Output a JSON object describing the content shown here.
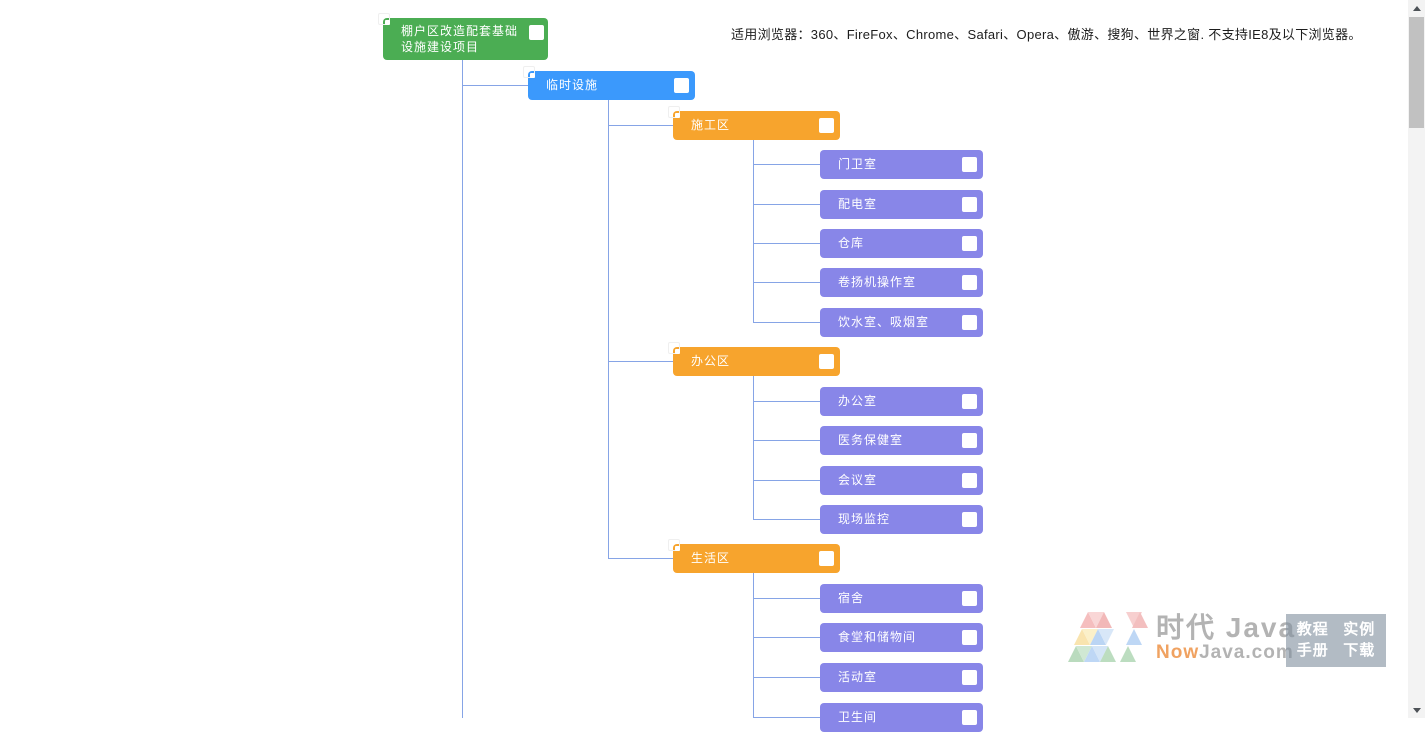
{
  "header": {
    "browser_note": "适用浏览器：360、FireFox、Chrome、Safari、Opera、傲游、搜狗、世界之窗. 不支持IE8及以下浏览器。"
  },
  "colors": {
    "root": "#4bad53",
    "level1": "#3b99fc",
    "group": "#f7a42d",
    "leaf": "#8886e8",
    "line": "#86a4e6",
    "checkbox": "#ffffff"
  },
  "tree": {
    "nodes": [
      {
        "id": "root",
        "label": "棚户区改造配套基础设施建设项目",
        "kind": "root",
        "expander": true,
        "checkbox": true
      },
      {
        "id": "linshi",
        "label": "临时设施",
        "kind": "level1",
        "expander": true,
        "checkbox": true
      },
      {
        "id": "shigong",
        "label": "施工区",
        "kind": "group",
        "expander": true,
        "checkbox": true
      },
      {
        "id": "menwei",
        "label": "门卫室",
        "kind": "leaf",
        "expander": false,
        "checkbox": true
      },
      {
        "id": "peidian",
        "label": "配电室",
        "kind": "leaf",
        "expander": false,
        "checkbox": true
      },
      {
        "id": "cangku",
        "label": "仓库",
        "kind": "leaf",
        "expander": false,
        "checkbox": true
      },
      {
        "id": "juanyang",
        "label": "卷扬机操作室",
        "kind": "leaf",
        "expander": false,
        "checkbox": true
      },
      {
        "id": "yinshui",
        "label": "饮水室、吸烟室",
        "kind": "leaf",
        "expander": false,
        "checkbox": true
      },
      {
        "id": "bangong",
        "label": "办公区",
        "kind": "group",
        "expander": true,
        "checkbox": true
      },
      {
        "id": "bangongshi",
        "label": "办公室",
        "kind": "leaf",
        "expander": false,
        "checkbox": true
      },
      {
        "id": "yiwu",
        "label": "医务保健室",
        "kind": "leaf",
        "expander": false,
        "checkbox": true
      },
      {
        "id": "huiyi",
        "label": "会议室",
        "kind": "leaf",
        "expander": false,
        "checkbox": true
      },
      {
        "id": "xianchang",
        "label": "现场监控",
        "kind": "leaf",
        "expander": false,
        "checkbox": true
      },
      {
        "id": "shenghuo",
        "label": "生活区",
        "kind": "group",
        "expander": true,
        "checkbox": true
      },
      {
        "id": "sushe",
        "label": "宿舍",
        "kind": "leaf",
        "expander": false,
        "checkbox": true
      },
      {
        "id": "shitang",
        "label": "食堂和储物间",
        "kind": "leaf",
        "expander": false,
        "checkbox": true
      },
      {
        "id": "huodong",
        "label": "活动室",
        "kind": "leaf",
        "expander": false,
        "checkbox": true
      },
      {
        "id": "weishengjian",
        "label": "卫生间",
        "kind": "leaf",
        "expander": false,
        "checkbox": true
      }
    ]
  },
  "watermark": {
    "brand": "时代 Java",
    "domain_orange": "Now",
    "domain_gray": "Java.com",
    "links": [
      "教程",
      "实例",
      "手册",
      "下载"
    ]
  }
}
